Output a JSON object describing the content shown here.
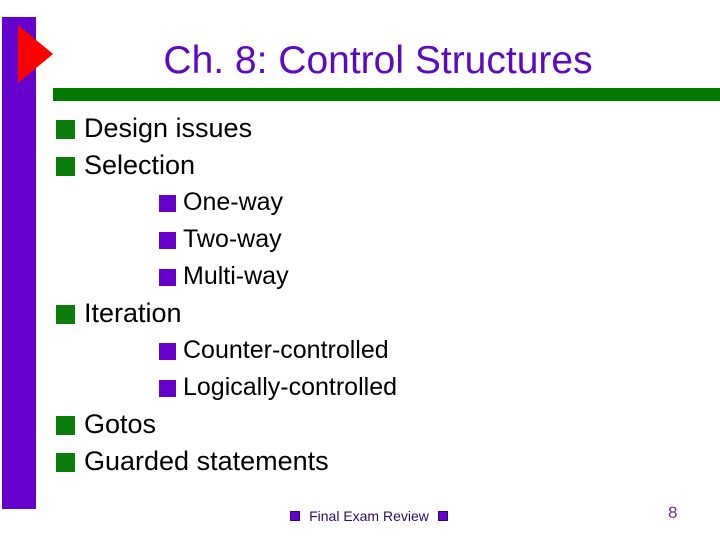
{
  "slide": {
    "title": "Ch. 8: Control Structures",
    "bullets": [
      {
        "level": 1,
        "text": "Design issues"
      },
      {
        "level": 1,
        "text": "Selection"
      },
      {
        "level": 2,
        "text": "One-way"
      },
      {
        "level": 2,
        "text": "Two-way"
      },
      {
        "level": 2,
        "text": "Multi-way"
      },
      {
        "level": 1,
        "text": "Iteration"
      },
      {
        "level": 2,
        "text": "Counter-controlled"
      },
      {
        "level": 2,
        "text": "Logically-controlled"
      },
      {
        "level": 1,
        "text": "Gotos"
      },
      {
        "level": 1,
        "text": "Guarded statements"
      }
    ],
    "footer": {
      "text": "Final Exam Review"
    },
    "page_number": "8",
    "colors": {
      "accent_purple": "#6600cc",
      "accent_red": "#ff0000",
      "accent_green": "#007a00",
      "bullet_green": "#0b7d0b",
      "title_purple": "#5c0ac2",
      "footer_text": "#2d0d62",
      "page_number_color": "#663399",
      "body_text": "#000000"
    }
  }
}
